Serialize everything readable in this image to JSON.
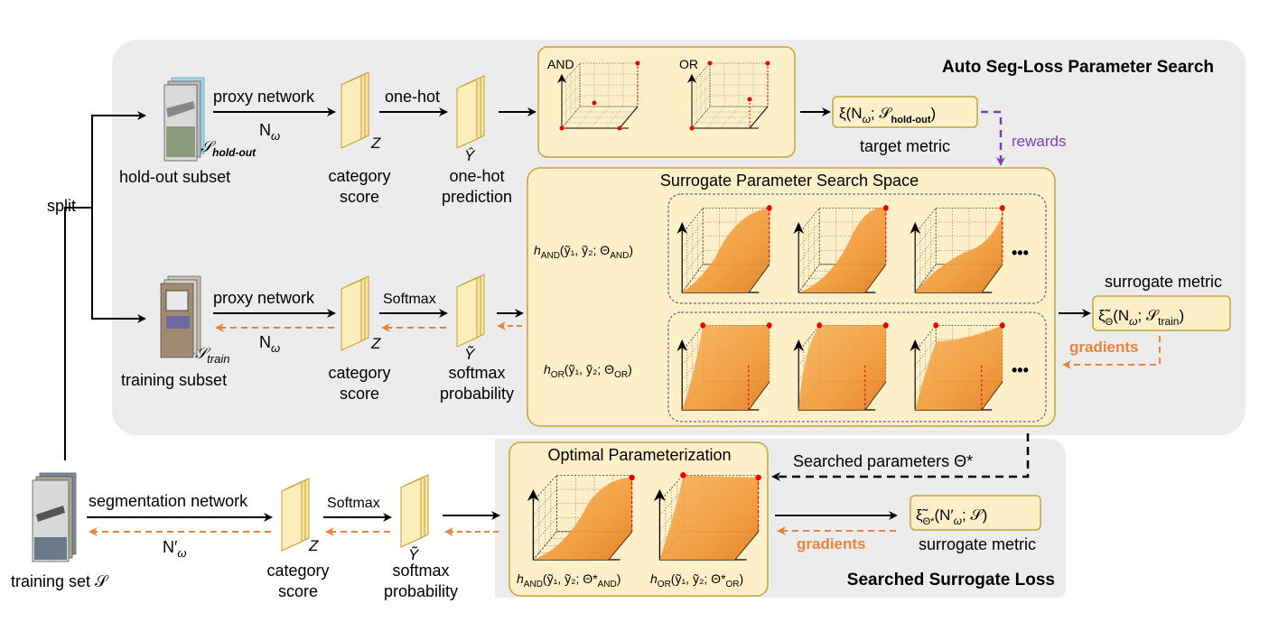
{
  "panels": {
    "search_title": "Auto Seg-Loss Parameter Search",
    "searched_title": "Searched Surrogate Loss"
  },
  "split_label": "split",
  "holdout": {
    "subset_label": "hold-out subset",
    "set_symbol": "𝒮",
    "set_subscript": "hold-out",
    "net_label": "proxy network",
    "net_symbol": "N",
    "net_subscript": "ω",
    "onehot_label": "one-hot",
    "z_symbol": "Z",
    "score_line1": "category",
    "score_line2": "score",
    "yhat_symbol": "Ŷ",
    "pred_line1": "one-hot",
    "pred_line2": "prediction",
    "and_label": "AND",
    "or_label": "OR",
    "metric_text": "ξ(N",
    "metric_sub1": "ω",
    "metric_mid": "; 𝒮",
    "metric_sub2": "hold-out",
    "metric_end": ")",
    "metric_caption": "target metric",
    "rewards": "rewards"
  },
  "train": {
    "subset_label": "training subset",
    "set_symbol": "𝒮",
    "set_subscript": "train",
    "net_label": "proxy network",
    "net_symbol": "N",
    "net_subscript": "ω",
    "softmax_label": "Softmax",
    "z_symbol": "Z",
    "score_line1": "category",
    "score_line2": "score",
    "ytilde_symbol": "Ỹ",
    "prob_line1": "softmax",
    "prob_line2": "probability",
    "surrogate_caption": "surrogate metric",
    "gradients": "gradients",
    "ellipsis": "•••"
  },
  "space": {
    "title": "Surrogate Parameter Search Space",
    "h_and": "h",
    "h_and_sub": "AND",
    "h_and_args": "(ỹ₁, ỹ₂; Θ",
    "h_and_args_sub": "AND",
    "h_or": "h",
    "h_or_sub": "OR",
    "h_or_args": "(ỹ₁, ỹ₂; Θ",
    "h_or_args_sub": "OR"
  },
  "searched_params": "Searched parameters Θ*",
  "final": {
    "set_label": "training set 𝒮",
    "net_label": "segmentation network",
    "net_symbol": "N′",
    "net_subscript": "ω",
    "softmax_label": "Softmax",
    "z_symbol": "Z",
    "score_line1": "category",
    "score_line2": "score",
    "ytilde_symbol": "Ỹ",
    "prob_line1": "softmax",
    "prob_line2": "probability",
    "opt_title": "Optimal Parameterization",
    "h_and_final": "h",
    "h_and_final_sub": "AND",
    "h_and_final_args": "(ỹ₁, ỹ₂; Θ*",
    "h_and_final_args_sub": "AND",
    "h_or_final": "h",
    "h_or_final_sub": "OR",
    "h_or_final_args": "(ỹ₁, ỹ₂; Θ*",
    "h_or_final_args_sub": "OR",
    "gradients": "gradients",
    "surrogate_caption": "surrogate metric"
  },
  "colors": {
    "panel_gray": "#ececec",
    "box_fill": "#fdf0c8",
    "box_stroke": "#c7a23a",
    "stack_fill": "#f8e7a6",
    "orange": "#e8843a",
    "purple": "#7d3fb0"
  }
}
